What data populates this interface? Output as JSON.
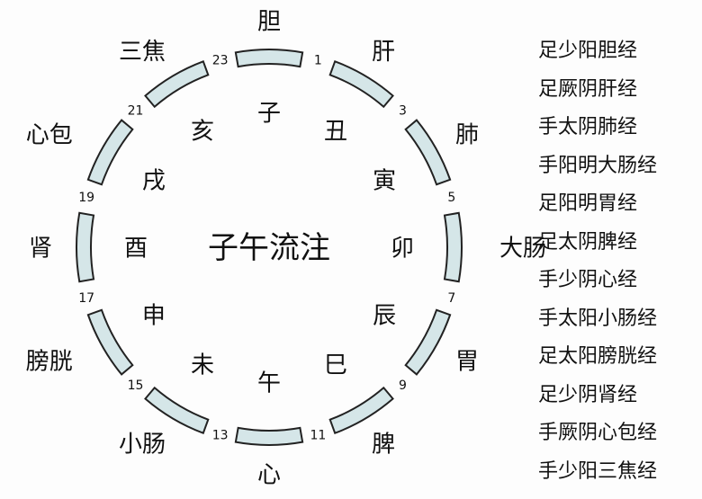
{
  "title": "子午流注",
  "segment_fill": "#d5e6e8",
  "segment_stroke": "#222222",
  "branches": [
    "子",
    "丑",
    "寅",
    "卯",
    "辰",
    "巳",
    "午",
    "未",
    "申",
    "酉",
    "戌",
    "亥"
  ],
  "organs": [
    "胆",
    "肝",
    "肺",
    "大肠",
    "胃",
    "脾",
    "心",
    "小肠",
    "膀胱",
    "肾",
    "心包",
    "三焦"
  ],
  "hours": [
    "1",
    "3",
    "5",
    "7",
    "9",
    "11",
    "13",
    "15",
    "17",
    "19",
    "21",
    "23"
  ],
  "meridians": [
    "足少阳胆经",
    "足厥阴肝经",
    "手太阴肺经",
    "手阳明大肠经",
    "足阳明胃经",
    "足太阴脾经",
    "手少阴心经",
    "手太阳小肠经",
    "足太阳膀胱经",
    "足少阴肾经",
    "手厥阴心包经",
    "手少阳三焦经"
  ]
}
